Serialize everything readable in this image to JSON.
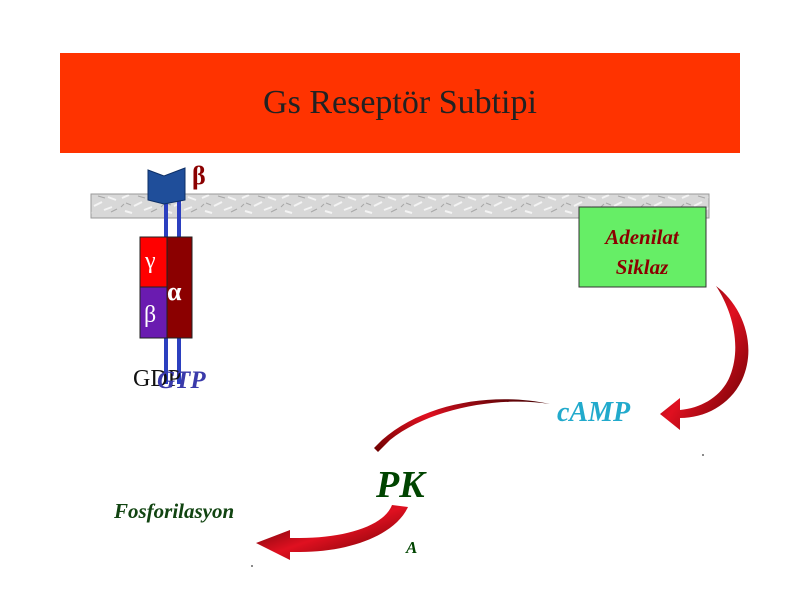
{
  "title": "Gs Reseptör Subtipi",
  "receptor_label": "β",
  "g_protein": {
    "gamma": "γ",
    "beta": "β",
    "alpha": "α"
  },
  "gdp_label": "GDP",
  "gtp_label": "GTP",
  "enzyme": {
    "line1": "Adenilat",
    "line2": "Siklaz"
  },
  "camp_label": "cAMP",
  "pka": {
    "main": "PK",
    "sub": "A"
  },
  "result_label": "Fosforilasyon",
  "colors": {
    "banner": "#ff3300",
    "receptor": "#1f4e9a",
    "gamma_box": "#ff0000",
    "beta_box": "#6a1bb0",
    "alpha_box": "#8b0000",
    "enzyme_box": "#66ee66",
    "enzyme_text": "#8b0000",
    "camp_text": "#22aacc",
    "pka_text": "#004400",
    "arrow": "#b00010",
    "gtp_text": "#3a3aaa"
  }
}
